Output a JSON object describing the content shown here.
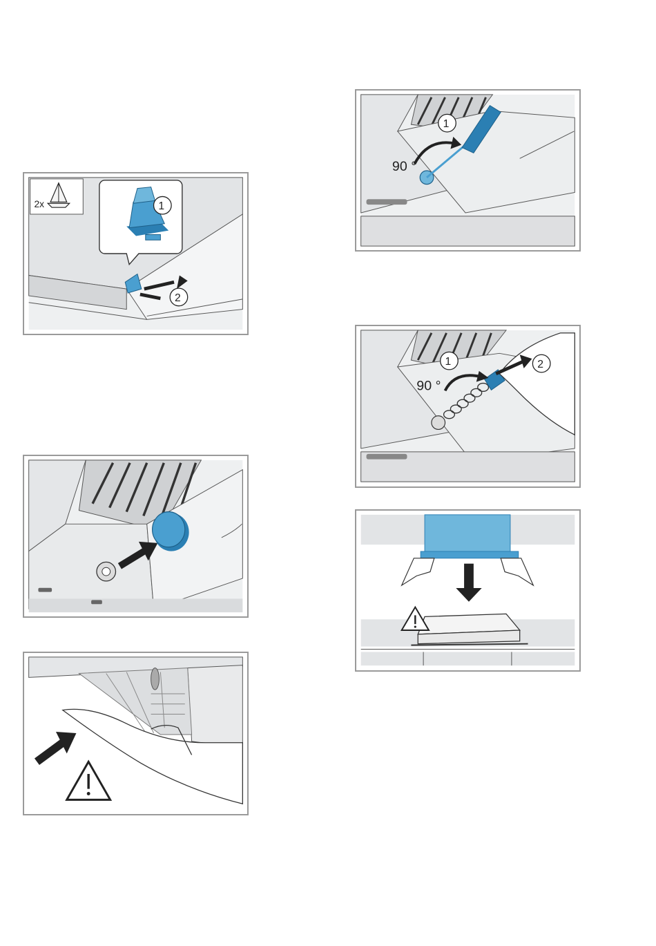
{
  "colors": {
    "frame": "#9a9a9a",
    "appliance_grey": "#e6e7e8",
    "appliance_dark": "#cfd1d3",
    "part_blue": "#4a9fd0",
    "part_blue_dark": "#2b7fb3",
    "filter_blue": "#6fb7dc",
    "ink": "#222222"
  },
  "figures": [
    {
      "id": "fig-clip-removal",
      "qty_label": "2x",
      "callouts": [
        "1",
        "2"
      ],
      "icons": [
        "clip-part-icon",
        "rotate-arrow-icon",
        "slide-arrow-icon"
      ]
    },
    {
      "id": "fig-screwdriver-turn",
      "angle_label": "90 °",
      "callouts": [
        "1"
      ],
      "icons": [
        "screwdriver-icon",
        "rotate-arrow-icon"
      ]
    },
    {
      "id": "fig-pull-out-spring",
      "angle_label": "90 °",
      "callouts": [
        "1",
        "2"
      ],
      "icons": [
        "hand-icon",
        "spring-icon",
        "pull-arrow-icon"
      ]
    },
    {
      "id": "fig-insert-cap",
      "callouts": [],
      "icons": [
        "cap-icon",
        "push-arrow-icon"
      ]
    },
    {
      "id": "fig-remove-filter",
      "callouts": [],
      "icons": [
        "hands-icon",
        "down-arrow-icon",
        "warning-icon",
        "filter-pad-icon"
      ]
    },
    {
      "id": "fig-hand-hazard",
      "callouts": [],
      "icons": [
        "hand-icon",
        "push-arrow-icon",
        "warning-icon"
      ]
    }
  ]
}
